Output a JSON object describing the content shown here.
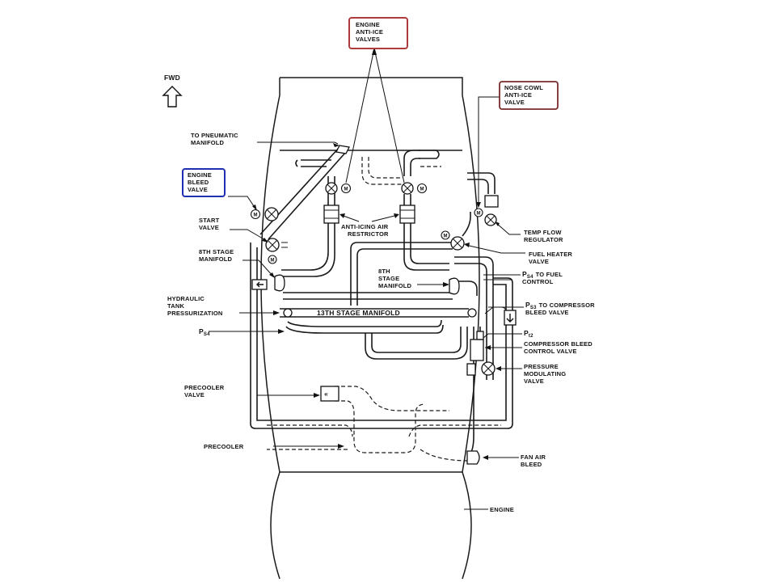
{
  "direction": {
    "label": "FWD"
  },
  "callouts": {
    "engine_anti_ice": {
      "lines": [
        "ENGINE",
        "ANTI-ICE",
        "VALVES"
      ],
      "color": "#b03a3a"
    },
    "nose_cowl": {
      "lines": [
        "NOSE COWL",
        "ANTI-ICE",
        "VALVE"
      ],
      "color": "#7a2a2a"
    },
    "engine_bleed": {
      "lines": [
        "ENGINE",
        "BLEED",
        "VALVE"
      ],
      "color": "#1f2fb0"
    }
  },
  "labels": {
    "pneumatic": [
      "TO PNEUMATIC",
      "MANIFOLD"
    ],
    "start_valve": [
      "START",
      "VALVE"
    ],
    "eighth_left": [
      "8TH STAGE",
      "MANIFOLD"
    ],
    "hydraulic": [
      "HYDRAULIC",
      "TANK",
      "PRESSURIZATION"
    ],
    "ps4_left": "P",
    "ps4_left_sub": "S4",
    "precooler_valve": [
      "PRECOOLER",
      "VALVE"
    ],
    "precooler": "PRECOOLER",
    "restrictor": [
      "ANTI-ICING AIR",
      "RESTRICTOR"
    ],
    "eighth_mid": [
      "8TH",
      "STAGE",
      "MANIFOLD"
    ],
    "thirteenth": "13TH STAGE MANIFOLD",
    "temp_flow": [
      "TEMP FLOW",
      "REGULATOR"
    ],
    "fuel_heater": [
      "FUEL HEATER",
      "VALVE"
    ],
    "ps4_fuel_p": "P",
    "ps4_fuel_sub": "S4",
    "ps4_fuel_text": "TO FUEL",
    "ps4_fuel_line2": "CONTROL",
    "ps3_p": "P",
    "ps3_sub": "S3",
    "ps3_text": "TO COMPRESSOR",
    "ps3_line2": "BLEED VALVE",
    "pt2_p": "P",
    "pt2_sub": "t2",
    "comp_bleed": [
      "COMPRESSOR BLEED",
      "CONTROL VALVE"
    ],
    "pressure_mod": [
      "PRESSURE",
      "MODULATING",
      "VALVE"
    ],
    "fan_air": [
      "FAN AIR",
      "BLEED"
    ],
    "engine": "ENGINE"
  },
  "motor_symbol": "M",
  "precooler_valve_symbol": "«"
}
